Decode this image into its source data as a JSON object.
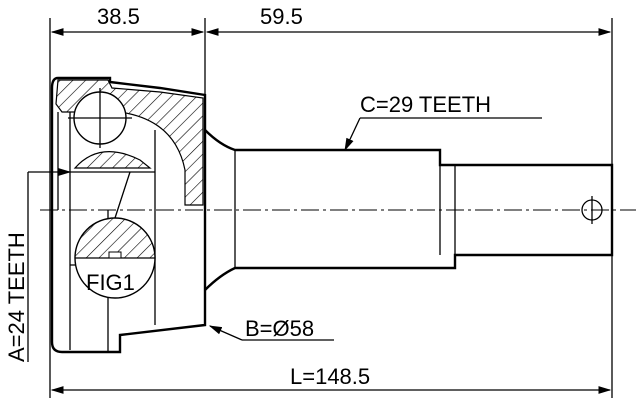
{
  "dimensions": {
    "outer_length": "38.5",
    "shaft_length": "59.5",
    "total_length": "L=148.5",
    "diameter": "B=Ø58",
    "outer_teeth": "C=29 TEETH",
    "inner_teeth": "A=24 TEETH"
  },
  "figure_label": "FIG1"
}
